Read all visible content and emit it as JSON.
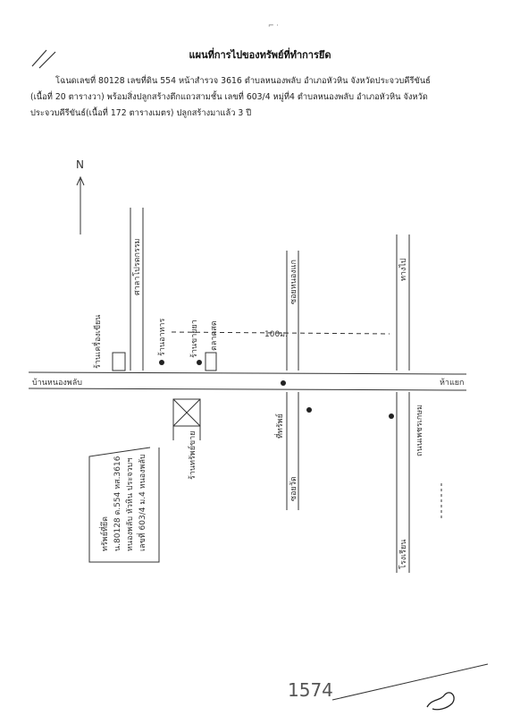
{
  "header": {
    "title": "แผนที่การไปของทรัพย์ที่ทำการยึด"
  },
  "description": {
    "line1": "โฉนดเลขที่ 80128 เลขที่ดิน 554 หน้าสำรวจ 3616  ตำบลหนองพลับ  อำเภอหัวหิน จังหวัดประจวบคีรีขันธ์",
    "line2": "(เนื้อที่ 20 ตารางวา) พร้อมสิ่งปลูกสร้างตึกแถวสามชั้น เลขที่ 603/4 หมู่ที่4 ตำบลหนองพลับ  อำเภอหัวหิน จังหวัด",
    "line3": "ประจวบคีรีขันธ์(เนื้อที่ 172 ตารางเมตร) ปลูกสร้างมาแล้ว 3 ปี"
  },
  "map": {
    "north": "N",
    "road_left": "บ้านหนองพลับ",
    "road_right": "ห้าแยก",
    "distance": "100ม.",
    "building_vertical_1": "ศาลาโปรดกรรม",
    "shop_1": "ร้านเครื่องเขียน",
    "property_box_label": "ร้านทรัพย์ขาย",
    "shop_2": "ตลาดสด",
    "landmark_a": "ร้านอาหาร",
    "landmark_b": "ร้านขายยา",
    "alley_1": "ซอยหนองแก",
    "road_right_vertical": "ถนนเพชรเกษม",
    "school": "โรงเรียน",
    "road_bottom": "ซอยวัด",
    "right_top": "ทางไป",
    "pointer_label": "ที่ทรัพย์",
    "note_lines": [
      "ทรัพย์ที่ยึด",
      "น.80128 ด.554 หส.3616",
      "หนองพลับ หัวหิน ประจวบฯ",
      "เลขที่ 603/4 ม.4 หนองพลับ"
    ],
    "bottom_mark": "1574"
  }
}
